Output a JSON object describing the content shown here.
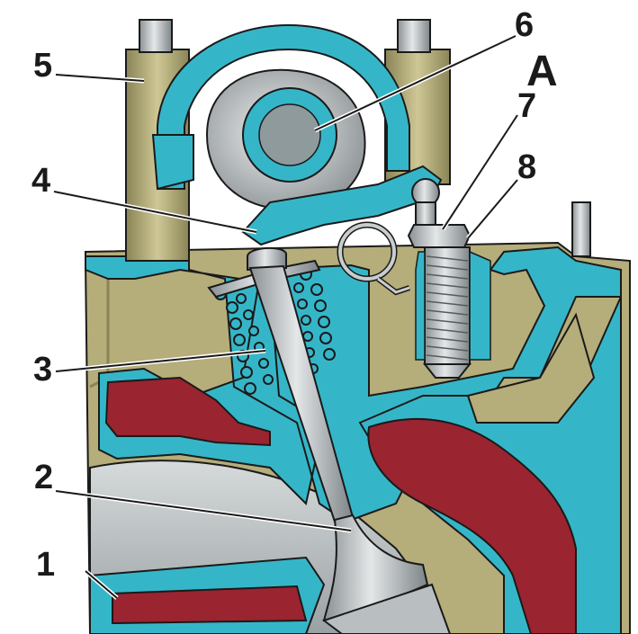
{
  "view_label": "A",
  "callouts": [
    "1",
    "2",
    "3",
    "4",
    "5",
    "6",
    "7",
    "8"
  ],
  "colors": {
    "head_cyan": "#35b6c8",
    "head_cyan_dark": "#1e8fa0",
    "bushing_olive": "#b5ad7a",
    "bushing_olive_dark": "#8a8456",
    "coolant_red": "#9a2430",
    "coolant_red_dark": "#6a1620",
    "steel_gray": "#b9bec0",
    "steel_dark": "#7d8487",
    "outline": "#1a1a1a"
  }
}
